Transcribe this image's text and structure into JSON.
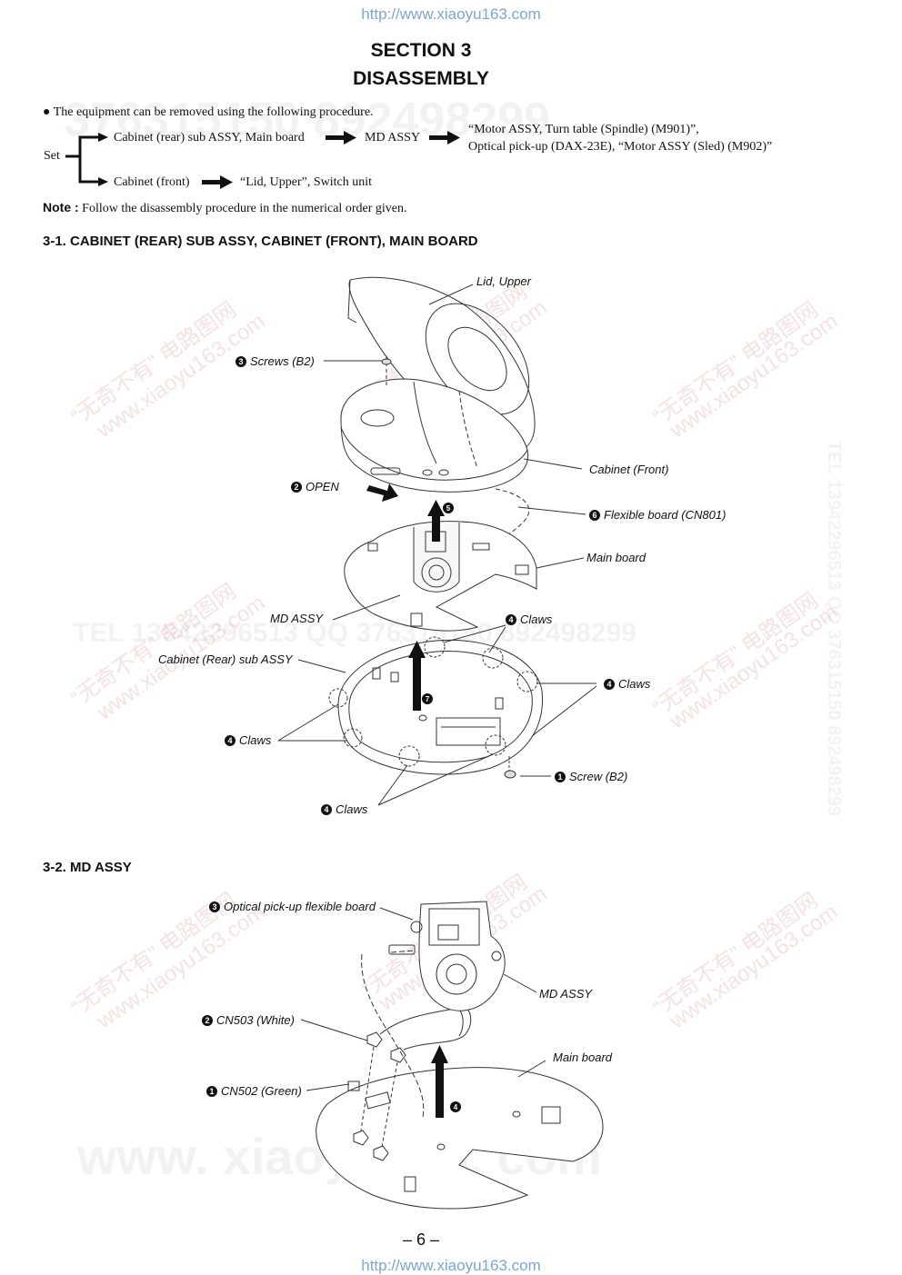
{
  "header": {
    "url": "http://www.xiaoyu163.com"
  },
  "footer": {
    "url": "http://www.xiaoyu163.com",
    "page_number": "– 6 –"
  },
  "section": {
    "number": "SECTION 3",
    "title": "DISASSEMBLY"
  },
  "intro": "The equipment can be removed using the following procedure.",
  "flow": {
    "set": "Set",
    "upper_branch": "Cabinet (rear) sub ASSY, Main board",
    "md_assy": "MD ASSY",
    "result_line1": "“Motor ASSY, Turn table (Spindle) (M901)”,",
    "result_line2": "Optical pick-up (DAX-23E), “Motor ASSY (Sled) (M902)”",
    "lower_branch": "Cabinet (front)",
    "lower_result": "“Lid, Upper”, Switch unit"
  },
  "note": {
    "label": "Note :",
    "text": "Follow the disassembly procedure in the numerical order given."
  },
  "sub1": {
    "title": "3-1. CABINET (REAR) SUB ASSY, CABINET (FRONT), MAIN BOARD",
    "labels": {
      "lid_upper": "Lid, Upper",
      "screws_b2": "Screws (B2)",
      "cabinet_front": "Cabinet (Front)",
      "open": "OPEN",
      "flexible_board": "Flexible board (CN801)",
      "main_board": "Main board",
      "md_assy": "MD ASSY",
      "claws_top": "Claws",
      "cabinet_rear": "Cabinet (Rear) sub ASSY",
      "claws_right": "Claws",
      "claws_left": "Claws",
      "screw_b2": "Screw (B2)",
      "claws_bottom": "Claws"
    },
    "steps": {
      "screws": "3",
      "open": "2",
      "s5": "5",
      "flex": "6",
      "claws": "4",
      "s7": "7",
      "screw": "1"
    }
  },
  "sub2": {
    "title": "3-2. MD ASSY",
    "labels": {
      "optical_flex": "Optical pick-up flexible board",
      "md_assy": "MD ASSY",
      "cn503": "CN503 (White)",
      "main_board": "Main board",
      "cn502": "CN502 (Green)"
    },
    "steps": {
      "optical": "3",
      "cn503": "2",
      "cn502": "1",
      "s4": "4"
    }
  },
  "watermarks": {
    "brand_cn": "“无奇不有” 电路图网",
    "site": "www.xiaoyu163.com",
    "tel_line": "TEL 13942296513   QQ 376315150   892498299",
    "tel_vertical": "TEL 13942296513  QQ 376315150  892498299",
    "bottom_site": "www. xiaoyu163. com",
    "top_number": "376315150   892498299"
  }
}
